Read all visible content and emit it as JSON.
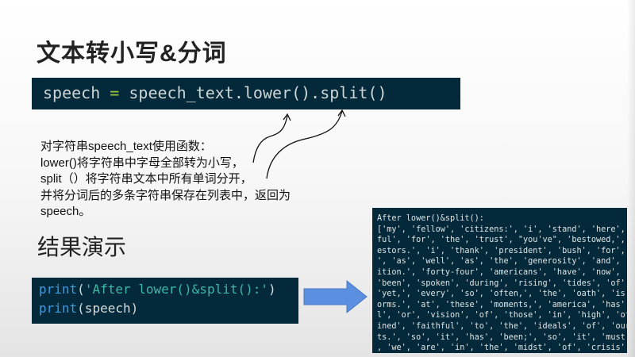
{
  "title": "文本转小写&分词",
  "code1": {
    "lhs": "speech",
    "op": "=",
    "rhs": "speech_text.lower().split()"
  },
  "description": [
    "对字符串speech_text使用函数：",
    "lower()将字符串中字母全部转为小写，",
    "split（）将字符串文本中所有单词分开，",
    "并将分词后的多条字符串保存在列表中，返回为",
    "speech。"
  ],
  "subtitle": "结果演示",
  "code2": {
    "line1": {
      "fn": "print",
      "open": "(",
      "str": "'After lower()&split():'",
      "close": ")"
    },
    "line2": {
      "fn": "print",
      "rest": "(speech)"
    }
  },
  "output": {
    "lines": [
      "After lower()&split():",
      "['my', 'fellow', 'citizens:', 'i', 'stand', 'here', '",
      "ful', 'for', 'the', 'trust', \"you've\", 'bestowed,', '",
      "estors.', 'i', 'thank', 'president', 'bush', 'for', '",
      "', 'as', 'well', 'as', 'the', 'generosity', 'and', 'c",
      "ition.', 'forty-four', 'americans', 'have', 'now', 't",
      "'been', 'spoken', 'during', 'rising', 'tides', 'of',",
      "'yet,', 'every', 'so', 'often,', 'the', 'oath', 'is',",
      "orms.', 'at', 'these', 'moments,', 'america', 'has',",
      "l', 'or', 'vision', 'of', 'those', 'in', 'high', 'off",
      "ined', 'faithful', 'to', 'the', 'ideals', 'of', 'our'",
      "ts.', 'so', 'it', 'has', 'been;', 'so', 'it', 'must',",
      ", 'we', 'are', 'in', 'the', 'midst', 'of', 'crisis',"
    ]
  },
  "colors": {
    "code_bg": "#03293a",
    "arrow_fill": "#5b8fe0",
    "keyword": "#3d9be0",
    "string": "#3fb7a6",
    "operator": "#9dc23a"
  },
  "icons": [
    "curved-pointer-arrow",
    "right-block-arrow"
  ]
}
